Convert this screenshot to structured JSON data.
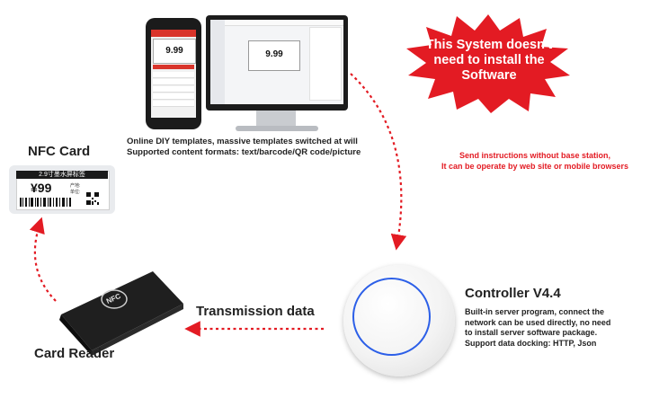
{
  "nfc_card": {
    "title": "NFC Card",
    "tag_header": "2.9寸墨水屏标签",
    "tag_price": "¥99",
    "tag_field_1": "产地:",
    "tag_field_2": "单位:"
  },
  "templates": {
    "caption_line1": "Online DIY templates, massive templates switched at will",
    "caption_line2": "Supported content formats: text/barcode/QR code/picture",
    "phone_price": "9.99",
    "monitor_price": "9.99"
  },
  "badge": {
    "line1": "This System doesn't",
    "line2": "need to install the",
    "line3": "Software",
    "color": "#e31b23"
  },
  "instructions": {
    "line1": "Send instructions without base station,",
    "line2": "It can be operate by web site or mobile browsers"
  },
  "controller": {
    "title": "Controller V4.4",
    "desc_line1": "Built-in server program, connect the",
    "desc_line2": "network can be used directly, no need",
    "desc_line3": "to install server software package.",
    "desc_line4": "Support data docking: HTTP, Json"
  },
  "transmission": {
    "label": "Transmission data"
  },
  "card_reader": {
    "title": "Card Reader",
    "logo": "NFC"
  },
  "colors": {
    "arrow": "#e31b23",
    "ring": "#2c5fe8"
  }
}
